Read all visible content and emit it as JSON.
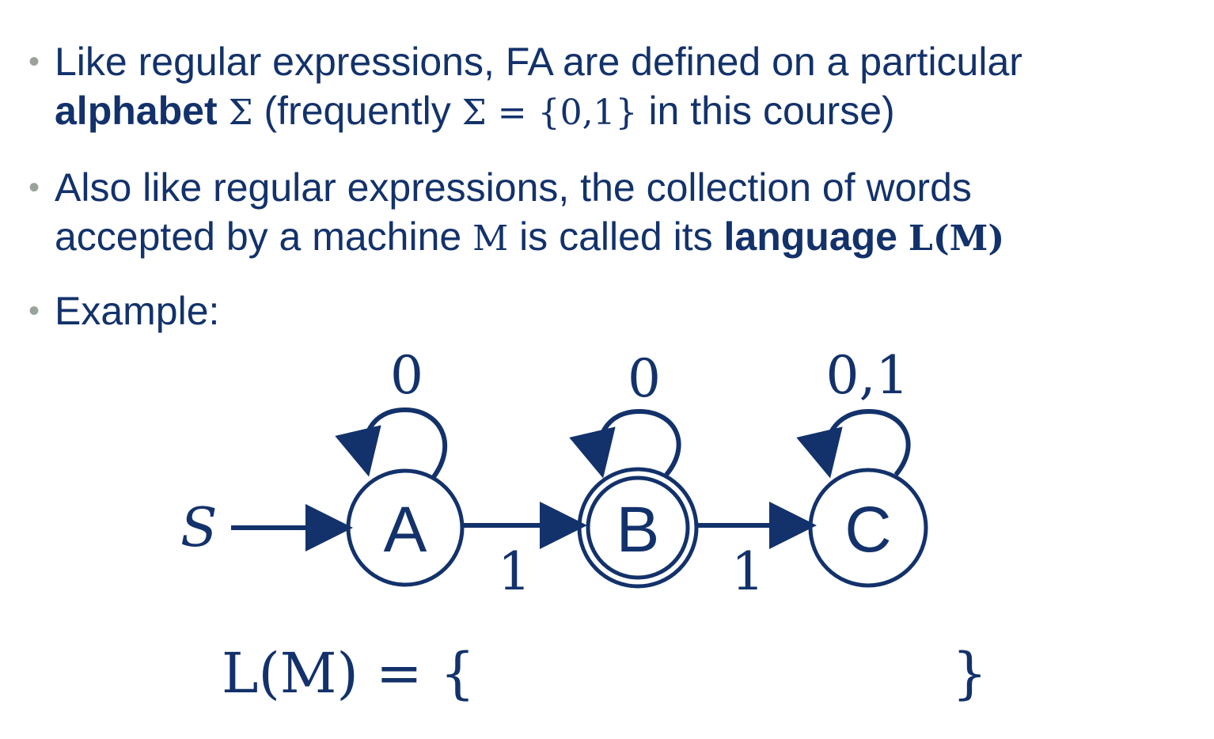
{
  "bullets": [
    {
      "line1": "Like regular expressions, FA are defined on a particular",
      "line2_bold": "alphabet",
      "line2_math1": "Σ",
      "line2_mid": " (frequently ",
      "line2_math2": "Σ = {0,1}",
      "line2_end": " in this course)"
    },
    {
      "line1": "Also like regular expressions, the collection of words",
      "line2_start": "accepted by a machine ",
      "line2_math": "M",
      "line2_mid": " is called its ",
      "line2_bold": "language",
      "line2_math_bold": "L(M)",
      "line2_end": ""
    },
    {
      "line1": "Example:"
    }
  ],
  "bullet_marker": "•",
  "diagram": {
    "start_label": "S",
    "states": [
      {
        "id": "A",
        "label": "A",
        "accepting": false,
        "loop": "0"
      },
      {
        "id": "B",
        "label": "B",
        "accepting": true,
        "loop": "0"
      },
      {
        "id": "C",
        "label": "C",
        "accepting": false,
        "loop": "0,1"
      }
    ],
    "transitions": [
      {
        "from": "A",
        "to": "B",
        "label": "1"
      },
      {
        "from": "B",
        "to": "C",
        "label": "1"
      }
    ],
    "language_left": "L(M) = {",
    "language_right": "}"
  },
  "colors": {
    "text": "#13326b",
    "bullet": "#9aa39a"
  }
}
